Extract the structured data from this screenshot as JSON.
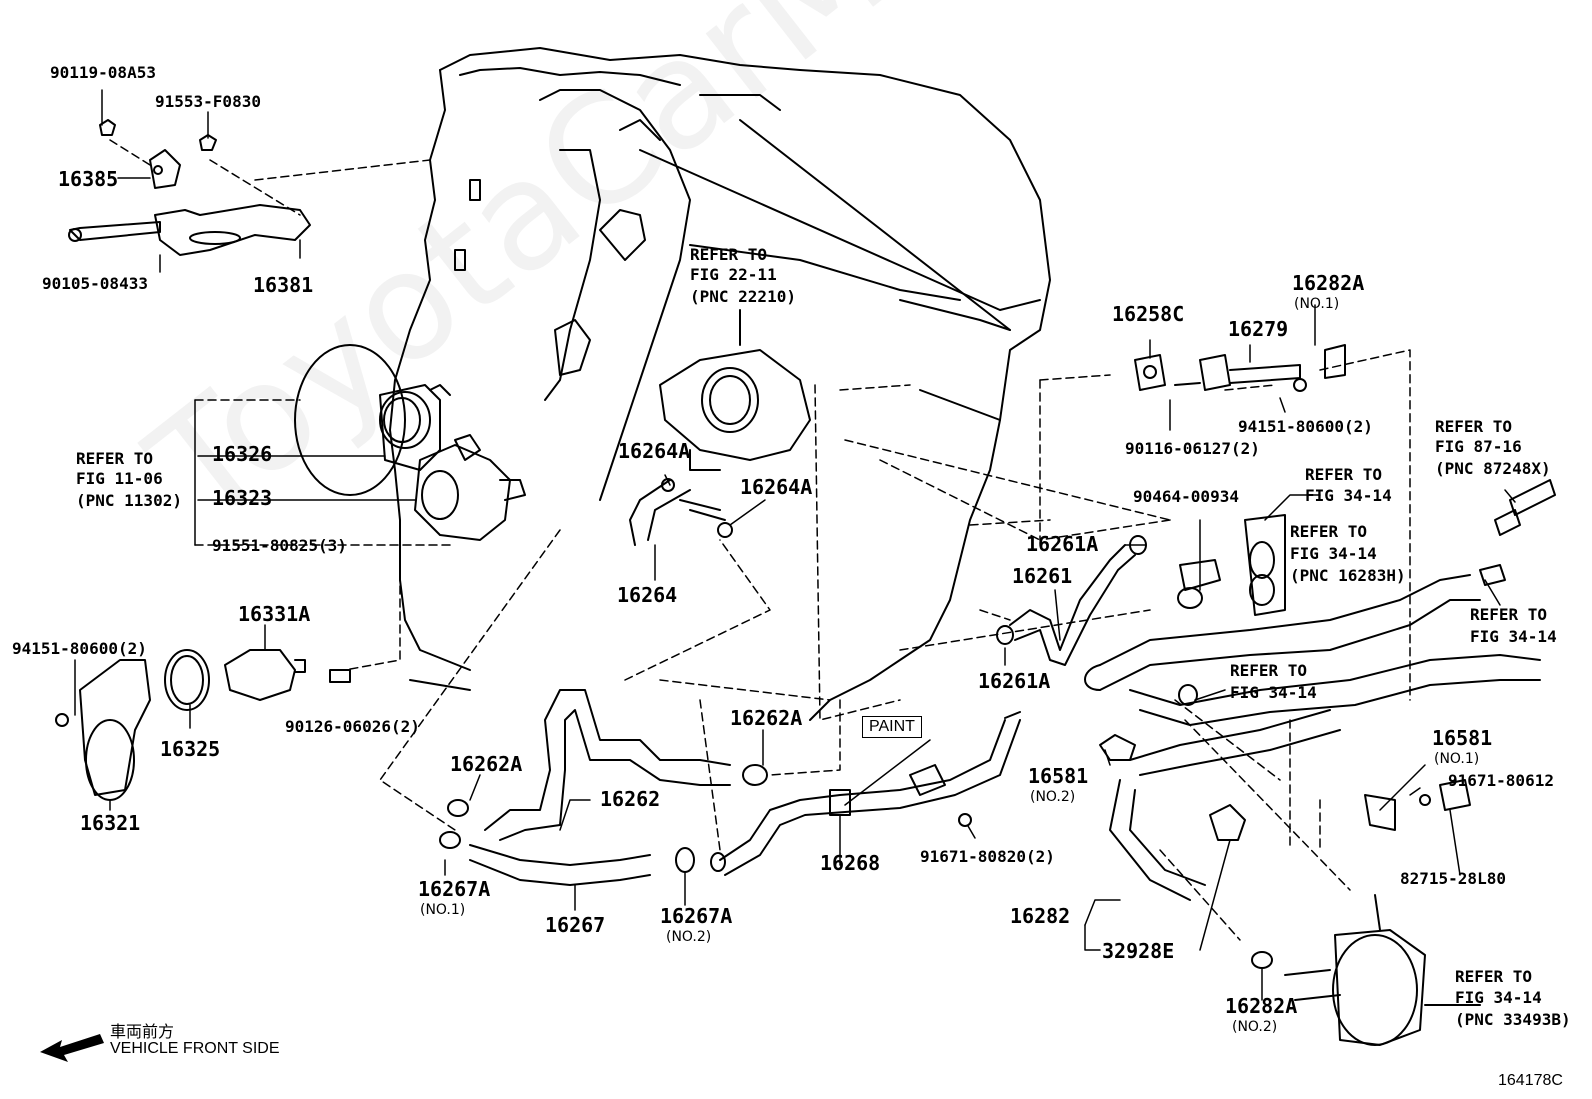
{
  "watermark": "ToyotaCarMine.ru",
  "diagram_id": "164178C",
  "front": {
    "jp": "車両前方",
    "en": "VEHICLE FRONT SIDE"
  },
  "paint_label": "PAINT",
  "labels": {
    "l_90119": "90119-08A53",
    "l_91553": "91553-F0830",
    "l_16385": "16385",
    "l_90105": "90105-08433",
    "l_16381": "16381",
    "l_refer2211_1": "REFER TO",
    "l_refer2211_2": "FIG 22-11",
    "l_refer2211_3": "(PNC 22210)",
    "l_16326": "16326",
    "l_16323": "16323",
    "l_91551": "91551-80825(3)",
    "l_refer1106_1": "REFER TO",
    "l_refer1106_2": "FIG 11-06",
    "l_refer1106_3": "(PNC 11302)",
    "l_94151a": "94151-80600(2)",
    "l_16331A": "16331A",
    "l_90126": "90126-06026(2)",
    "l_16325": "16325",
    "l_16321": "16321",
    "l_16264A_1": "16264A",
    "l_16264A_2": "16264A",
    "l_16264": "16264",
    "l_16258C": "16258C",
    "l_16279": "16279",
    "l_16282A_1": "16282A",
    "l_16282A_1sub": "(NO.1)",
    "l_94151b": "94151-80600(2)",
    "l_90116": "90116-06127(2)",
    "l_refer8716_1": "REFER TO",
    "l_refer8716_2": "FIG 87-16",
    "l_refer8716_3": "(PNC 87248X)",
    "l_90464": "90464-00934",
    "l_refer3414a_1": "REFER TO",
    "l_refer3414a_2": "FIG 34-14",
    "l_refer3414b_1": "REFER TO",
    "l_refer3414b_2": "FIG 34-14",
    "l_refer3414b_3": "(PNC 16283H)",
    "l_16261A_1": "16261A",
    "l_16261": "16261",
    "l_16261A_2": "16261A",
    "l_refer3414c_1": "REFER TO",
    "l_refer3414c_2": "FIG 34-14",
    "l_refer3414d_1": "REFER TO",
    "l_refer3414d_2": "FIG 34-14",
    "l_16262A_1": "16262A",
    "l_16262A_2": "16262A",
    "l_16262": "16262",
    "l_16267A_1": "16267A",
    "l_16267A_1sub": "(NO.1)",
    "l_16267": "16267",
    "l_16267A_2": "16267A",
    "l_16267A_2sub": "(NO.2)",
    "l_16268": "16268",
    "l_91671a": "91671-80820(2)",
    "l_16581_2": "16581",
    "l_16581_2sub": "(NO.2)",
    "l_16581_1": "16581",
    "l_16581_1sub": "(NO.1)",
    "l_91671b": "91671-80612",
    "l_82715": "82715-28L80",
    "l_16282": "16282",
    "l_32928E": "32928E",
    "l_16282A_2": "16282A",
    "l_16282A_2sub": "(NO.2)",
    "l_refer3414e_1": "REFER TO",
    "l_refer3414e_2": "FIG 34-14",
    "l_refer3414e_3": "(PNC 33493B)"
  }
}
